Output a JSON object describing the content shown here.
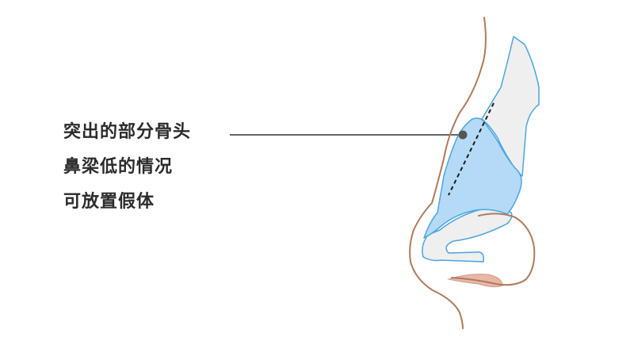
{
  "caption": {
    "lines": [
      "突出的部分骨头",
      "鼻梁低的情况",
      "可放置假体"
    ]
  },
  "colors": {
    "skin_outline": "#b07a5c",
    "implant_blue_fill": "#b4daf7",
    "implant_outline": "#4aa6e0",
    "cartilage_gray_fill": "#efefef",
    "nostril_pink": "#e8b7a7",
    "leader_line": "#333333",
    "marker_dot": "#555555"
  }
}
